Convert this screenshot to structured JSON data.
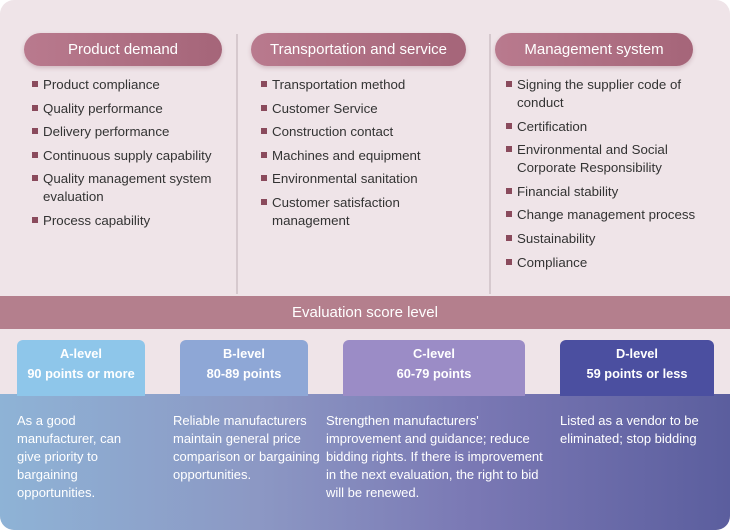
{
  "categories": [
    {
      "title": "Product demand",
      "items": [
        "Product compliance",
        "Quality performance",
        "Delivery performance",
        "Continuous supply capability",
        "Quality management system evaluation",
        "Process capability"
      ]
    },
    {
      "title": "Transportation and service",
      "items": [
        "Transportation method",
        "Customer Service",
        "Construction contact",
        "Machines and equipment",
        "Environmental sanitation",
        "Customer satisfaction management"
      ]
    },
    {
      "title": "Management system",
      "items": [
        "Signing the supplier code of conduct",
        "Certification",
        "Environmental and Social Corporate Responsibility",
        "Financial stability",
        "Change management process",
        "Sustainability",
        "Compliance"
      ]
    }
  ],
  "band_label": "Evaluation score level",
  "levels": [
    {
      "name": "A-level",
      "points": "90 points or more",
      "description": "As a good manufacturer, can give priority to bargaining opportunities.",
      "color": "#8ec6ea"
    },
    {
      "name": "B-level",
      "points": "80-89 points",
      "description": "Reliable manufacturers maintain general price comparison or bargaining opportunities.",
      "color": "#8ea7d6"
    },
    {
      "name": "C-level",
      "points": "60-79 points",
      "description": "Strengthen manufacturers' improvement and guidance; reduce bidding rights. If there is improvement in the next evaluation, the right to bid will be renewed.",
      "color": "#9b8cc6"
    },
    {
      "name": "D-level",
      "points": "59 points or less",
      "description": "Listed as a vendor to be eliminated; stop bidding",
      "color": "#4b4fa0"
    }
  ],
  "colors": {
    "pill": "#a56579",
    "band": "#b47f8d",
    "background": "#efe4e8",
    "bullet": "#8a4a5c"
  }
}
